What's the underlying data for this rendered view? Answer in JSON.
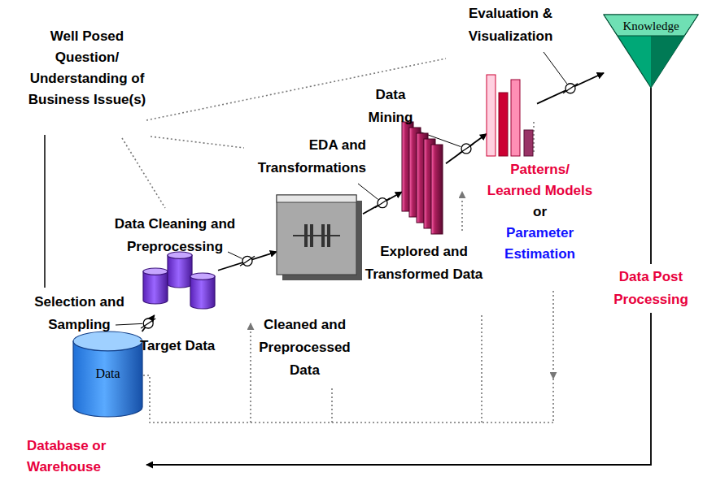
{
  "diagram": {
    "nodes": [
      {
        "text": [
          "Data",
          "Database or Warehouse"
        ]
      },
      {
        "text": [
          "Target Data"
        ]
      },
      {
        "text": [
          "Cleaned and Preprocessed Data"
        ]
      },
      {
        "text": [
          "Explored and Transformed Data"
        ]
      },
      {
        "text": [
          "Patterns/ Learned Models",
          "or",
          "Parameter Estimation"
        ]
      },
      {
        "text": [
          "Knowledge"
        ]
      }
    ],
    "edges": [
      {
        "from": 0,
        "to": 1,
        "arrow": "to",
        "label": "Selection and Sampling"
      },
      {
        "from": 1,
        "to": 2,
        "arrow": "to",
        "label": "Data Cleaning and Preprocessing"
      },
      {
        "from": 2,
        "to": 3,
        "arrow": "to",
        "label": "EDA and Transformations"
      },
      {
        "from": 3,
        "to": 4,
        "arrow": "to",
        "label": "Data Mining"
      },
      {
        "from": 4,
        "to": 5,
        "arrow": "to",
        "label": "Evaluation & Visualization"
      },
      {
        "from": 5,
        "to": 0,
        "arrow": "to",
        "label": "Data Post Processing"
      }
    ],
    "labels": [
      "Well Posed Question/ Understanding of Business Issue(s)"
    ]
  }
}
